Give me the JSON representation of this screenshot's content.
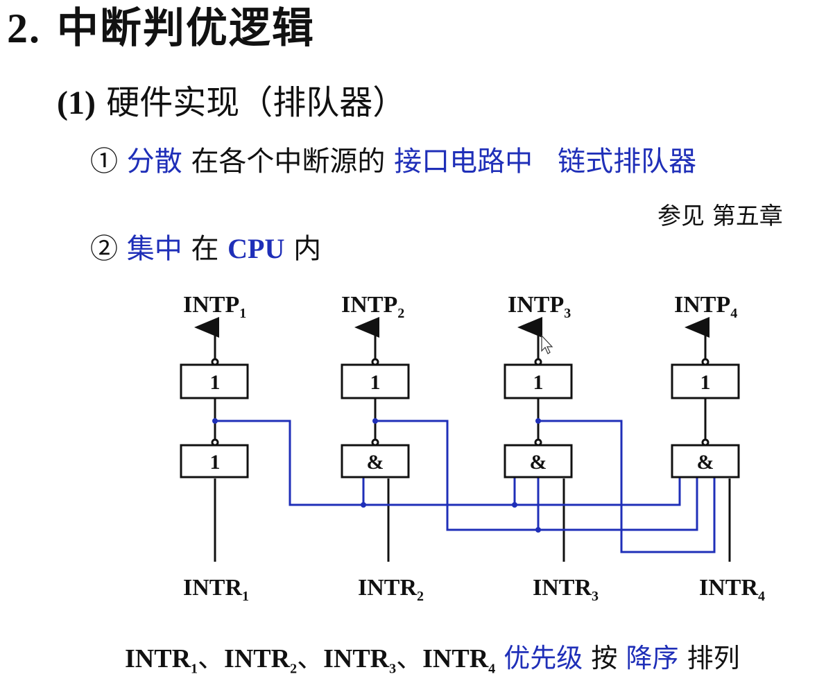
{
  "title": {
    "number": "2.",
    "text": "中断判优逻辑"
  },
  "subtitle": {
    "number": "(1)",
    "text": "硬件实现（排队器）"
  },
  "item1": {
    "marker": "①",
    "kind": "分散",
    "text": "在各个中断源的",
    "location": "接口电路中",
    "type": "链式排队器",
    "reference": "参见 第五章"
  },
  "item2": {
    "marker": "②",
    "kind": "集中",
    "prefix": "在",
    "cpu": "CPU",
    "suffix": "内"
  },
  "diagram": {
    "outputs": [
      {
        "base": "INTP",
        "sub": "1"
      },
      {
        "base": "INTP",
        "sub": "2"
      },
      {
        "base": "INTP",
        "sub": "3"
      },
      {
        "base": "INTP",
        "sub": "4"
      }
    ],
    "inputs": [
      {
        "base": "INTR",
        "sub": "1"
      },
      {
        "base": "INTR",
        "sub": "2"
      },
      {
        "base": "INTR",
        "sub": "3"
      },
      {
        "base": "INTR",
        "sub": "4"
      }
    ],
    "top_gates": [
      "1",
      "1",
      "1",
      "1"
    ],
    "bottom_gates": [
      "1",
      "&",
      "&",
      "&"
    ],
    "wire_color": "#1f2fb8"
  },
  "footer": {
    "signals": [
      {
        "base": "INTR",
        "sub": "1"
      },
      {
        "base": "INTR",
        "sub": "2"
      },
      {
        "base": "INTR",
        "sub": "3"
      },
      {
        "base": "INTR",
        "sub": "4"
      }
    ],
    "separator": "、",
    "priority": "优先级",
    "by": "按",
    "order": "降序",
    "arrange": "排列"
  }
}
